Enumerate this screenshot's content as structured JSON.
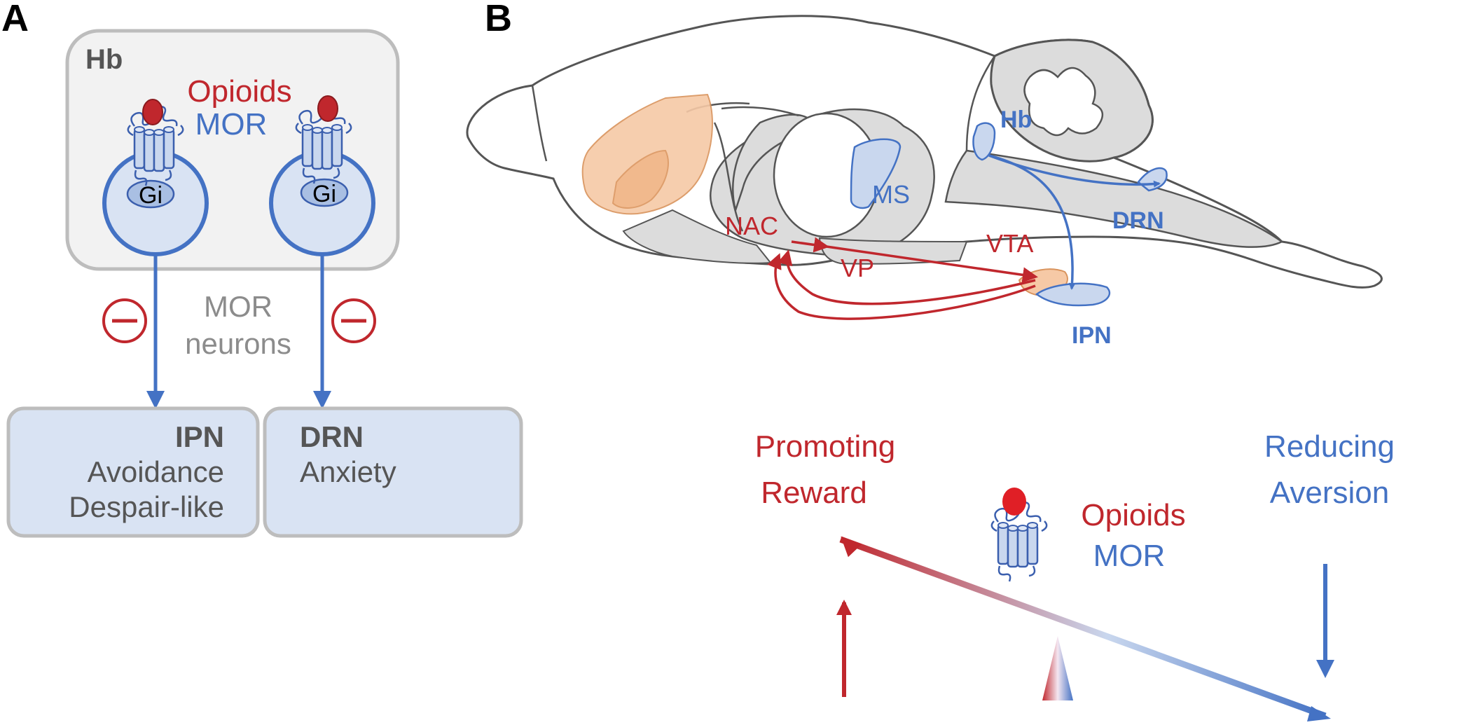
{
  "panel_a": {
    "letter": "A",
    "hb_label": "Hb",
    "opioids_label": "Opioids",
    "mor_label": "MOR",
    "gi_label_left": "Gi",
    "gi_label_right": "Gi",
    "mor_neurons_line1": "MOR",
    "mor_neurons_line2": "neurons",
    "ipn_box": {
      "title": "IPN",
      "line1": "Avoidance",
      "line2": "Despair-like"
    },
    "drn_box": {
      "title": "DRN",
      "line1": "Anxiety"
    }
  },
  "panel_b": {
    "letter": "B",
    "regions": {
      "hb": "Hb",
      "ms": "MS",
      "nac": "NAC",
      "vp": "VP",
      "vta": "VTA",
      "drn": "DRN",
      "ipn": "IPN"
    },
    "promoting_line1": "Promoting",
    "promoting_line2": "Reward",
    "reducing_line1": "Reducing",
    "reducing_line2": "Aversion",
    "opioids_label": "Opioids",
    "mor_label": "MOR"
  },
  "colors": {
    "red": "#c0272d",
    "blue": "#4472c4",
    "gray_text": "#555555",
    "light_gray_text": "#8c8c8c",
    "box_fill": "#d9e3f3",
    "hb_fill": "#f2f2f2",
    "brain_fill": "#dcdcdc",
    "orange_fill": "#f6c9a6"
  }
}
